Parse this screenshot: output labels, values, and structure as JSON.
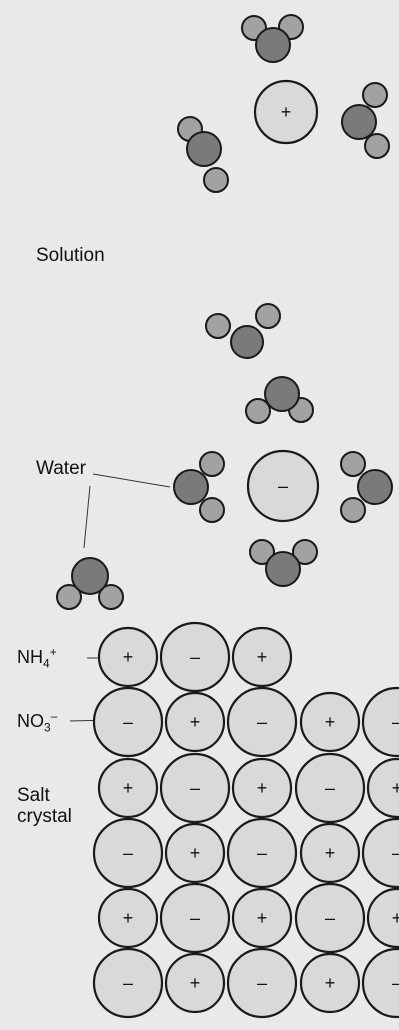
{
  "labels": {
    "solution": "Solution",
    "water": "Water",
    "ammonium": {
      "base": "NH",
      "sub": "4",
      "sup": "+"
    },
    "nitrate": {
      "base": "NO",
      "sub": "3",
      "sup": "–"
    },
    "salt_line1": "Salt",
    "salt_line2": "crystal"
  },
  "signs": {
    "positive": "+",
    "negative": "–"
  },
  "colors": {
    "background": "#e9e9e9",
    "ion_fill": "#d9d9d9",
    "oxygen_fill": "#7a7a7a",
    "hydrogen_fill": "#a2a2a2",
    "outline": "#1a1a1a"
  }
}
